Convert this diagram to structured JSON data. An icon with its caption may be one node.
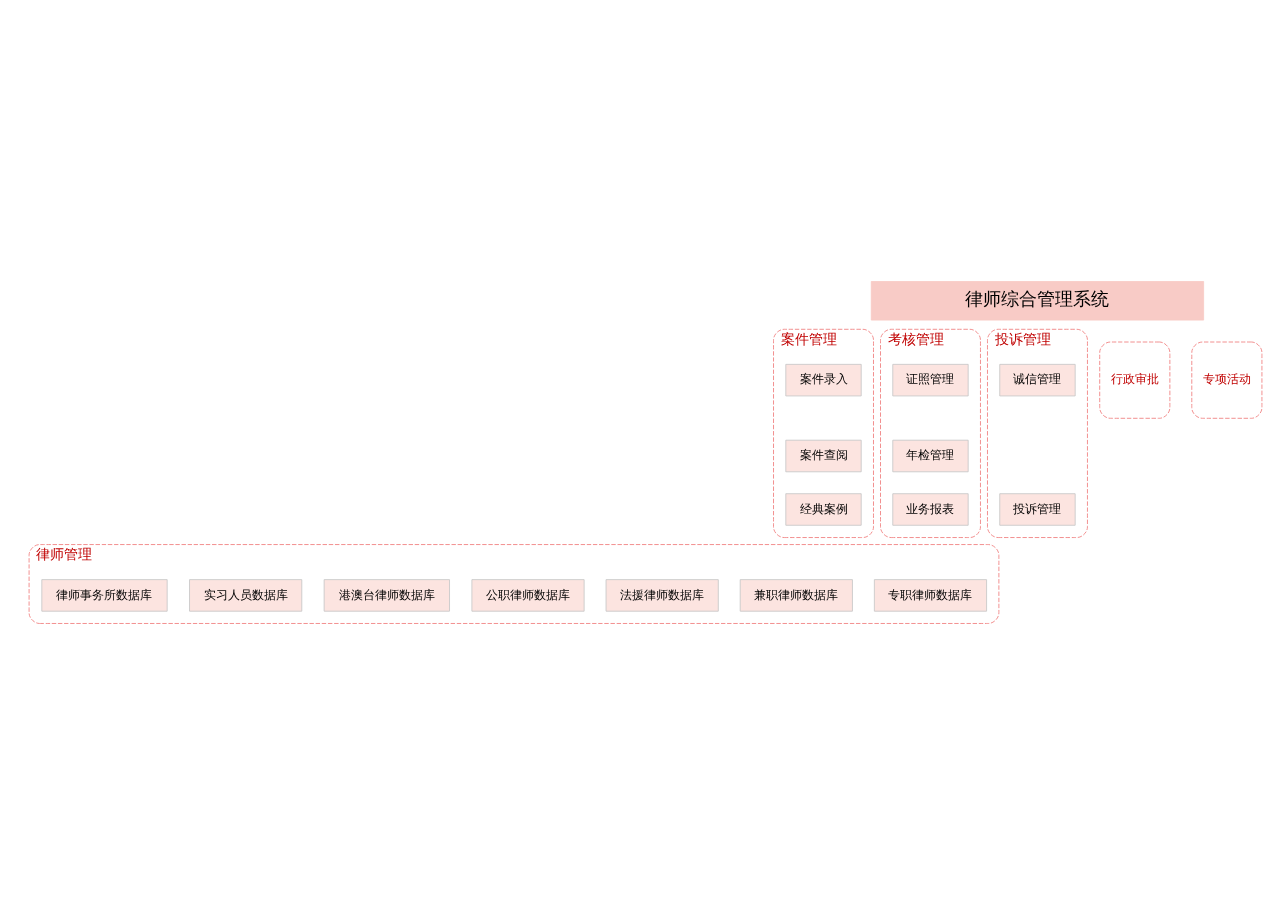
{
  "diagram": {
    "nodes": [
      {
        "text": [
          "律师综合管理系统"
        ]
      },
      {
        "text": [
          "案件管理"
        ]
      },
      {
        "text": [
          "案件录入"
        ],
        "in": 1
      },
      {
        "text": [
          "案件查阅"
        ],
        "in": 1
      },
      {
        "text": [
          "经典案例"
        ],
        "in": 1
      },
      {
        "text": [
          "考核管理"
        ]
      },
      {
        "text": [
          "证照管理"
        ],
        "in": 5
      },
      {
        "text": [
          "年检管理"
        ],
        "in": 5
      },
      {
        "text": [
          "业务报表"
        ],
        "in": 5
      },
      {
        "text": [
          "投诉管理"
        ]
      },
      {
        "text": [
          "诚信管理"
        ],
        "in": 9
      },
      {
        "text": [
          "投诉管理"
        ],
        "in": 9
      },
      {
        "text": [
          "行政审批"
        ]
      },
      {
        "text": [
          "专项活动"
        ]
      },
      {
        "text": [
          "律师管理"
        ]
      },
      {
        "text": [
          "专职律师数据库"
        ],
        "in": 14
      },
      {
        "text": [
          "兼职律师数据库"
        ],
        "in": 14
      },
      {
        "text": [
          "法援律师数据库"
        ],
        "in": 14
      },
      {
        "text": [
          "公职律师数据库"
        ],
        "in": 14
      },
      {
        "text": [
          "港澳台律师数据库"
        ],
        "in": 14
      },
      {
        "text": [
          "实习人员数据库"
        ],
        "in": 14
      },
      {
        "text": [
          "律师事务所数据库"
        ],
        "in": 14
      }
    ]
  }
}
